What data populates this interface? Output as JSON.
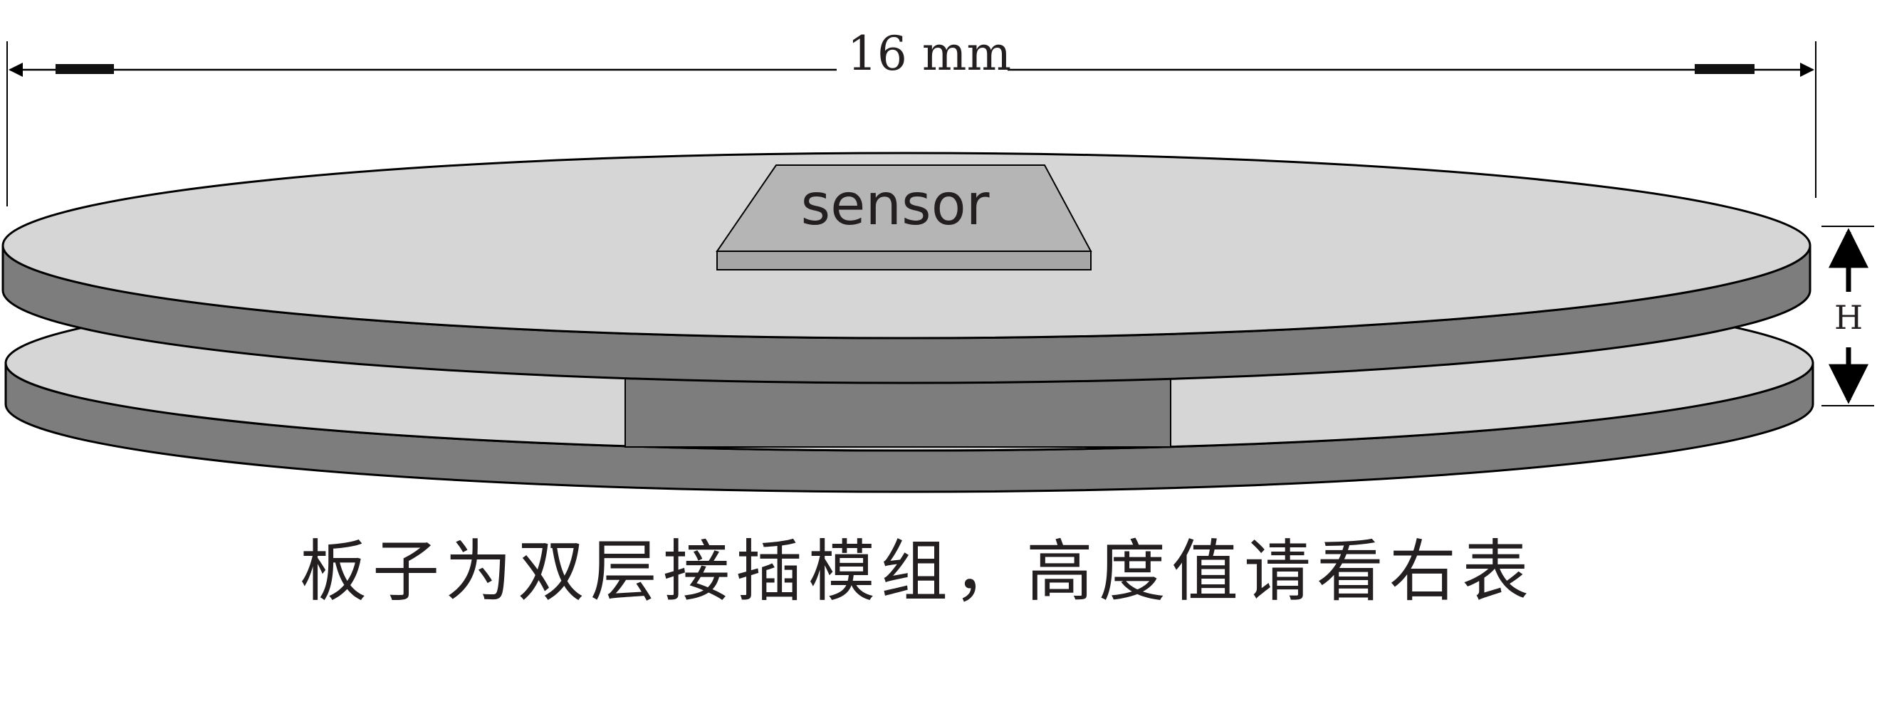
{
  "dimensions": {
    "width_label": "16 mm",
    "height_label": "H"
  },
  "sensor": {
    "label": "sensor"
  },
  "caption": "板子为双层接插模组，高度值请看右表"
}
